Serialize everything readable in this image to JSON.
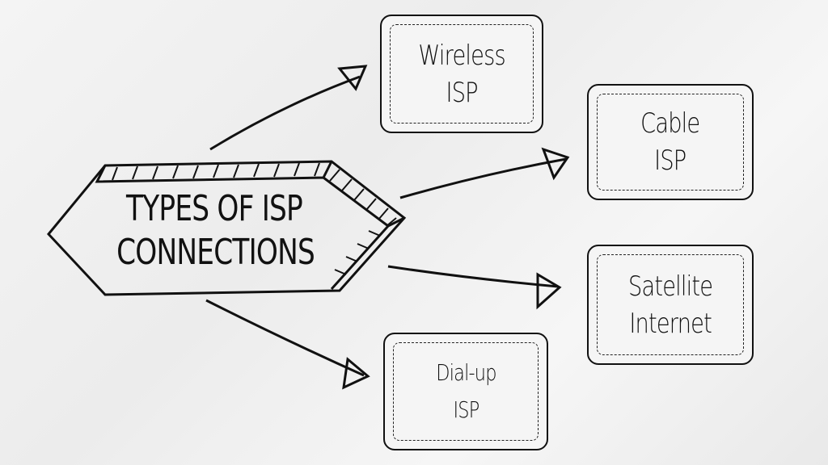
{
  "central": {
    "title": "TYPES OF ISP\nCONNECTIONS"
  },
  "nodes": [
    {
      "label": "Wireless\nISP"
    },
    {
      "label": "Cable\nISP"
    },
    {
      "label": "Satellite\nInternet"
    },
    {
      "label": "Dial-up\nISP"
    }
  ]
}
